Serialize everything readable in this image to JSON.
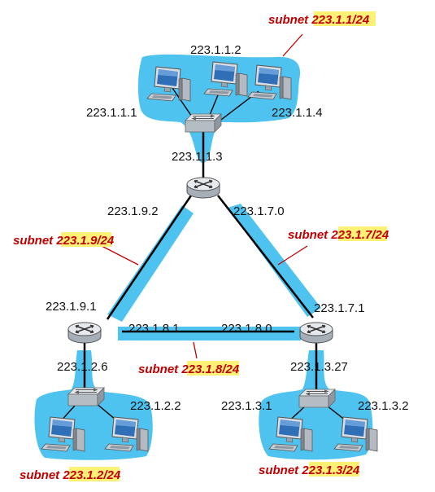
{
  "colors": {
    "subnet_fill": "#4ec3f0",
    "subnet_label": "#c00000",
    "highlight": "#fff176",
    "link": "#000000"
  },
  "subnets": {
    "s1": {
      "word": "subnet",
      "prefix": "223.1.1/24"
    },
    "s9": {
      "word": "subnet",
      "prefix": "223.1.9/24"
    },
    "s7": {
      "word": "subnet",
      "prefix": "223.1.7/24"
    },
    "s8": {
      "word": "subnet",
      "prefix": "223.1.8/24"
    },
    "s2": {
      "word": "subnet",
      "prefix": "223.1.2/24"
    },
    "s3": {
      "word": "subnet",
      "prefix": "223.1.3/24"
    }
  },
  "addresses": {
    "a1_1_2": "223.1.1.2",
    "a1_1_1": "223.1.1.1",
    "a1_1_4": "223.1.1.4",
    "a1_1_3": "223.1.1.3",
    "a1_9_2": "223.1.9.2",
    "a1_7_0": "223.1.7.0",
    "a1_9_1": "223.1.9.1",
    "a1_7_1": "223.1.7.1",
    "a1_8_1": "223.1.8.1",
    "a1_8_0": "223.1.8.0",
    "a1_2_6": "223.1.2.6",
    "a1_3_27": "223.1.3.27",
    "a1_2_2": "223.1.2.2",
    "a1_3_1": "223.1.3.1",
    "a1_3_2": "223.1.3.2"
  },
  "icons": {
    "router": "router-icon",
    "switch": "switch-icon",
    "host": "computer-icon"
  }
}
